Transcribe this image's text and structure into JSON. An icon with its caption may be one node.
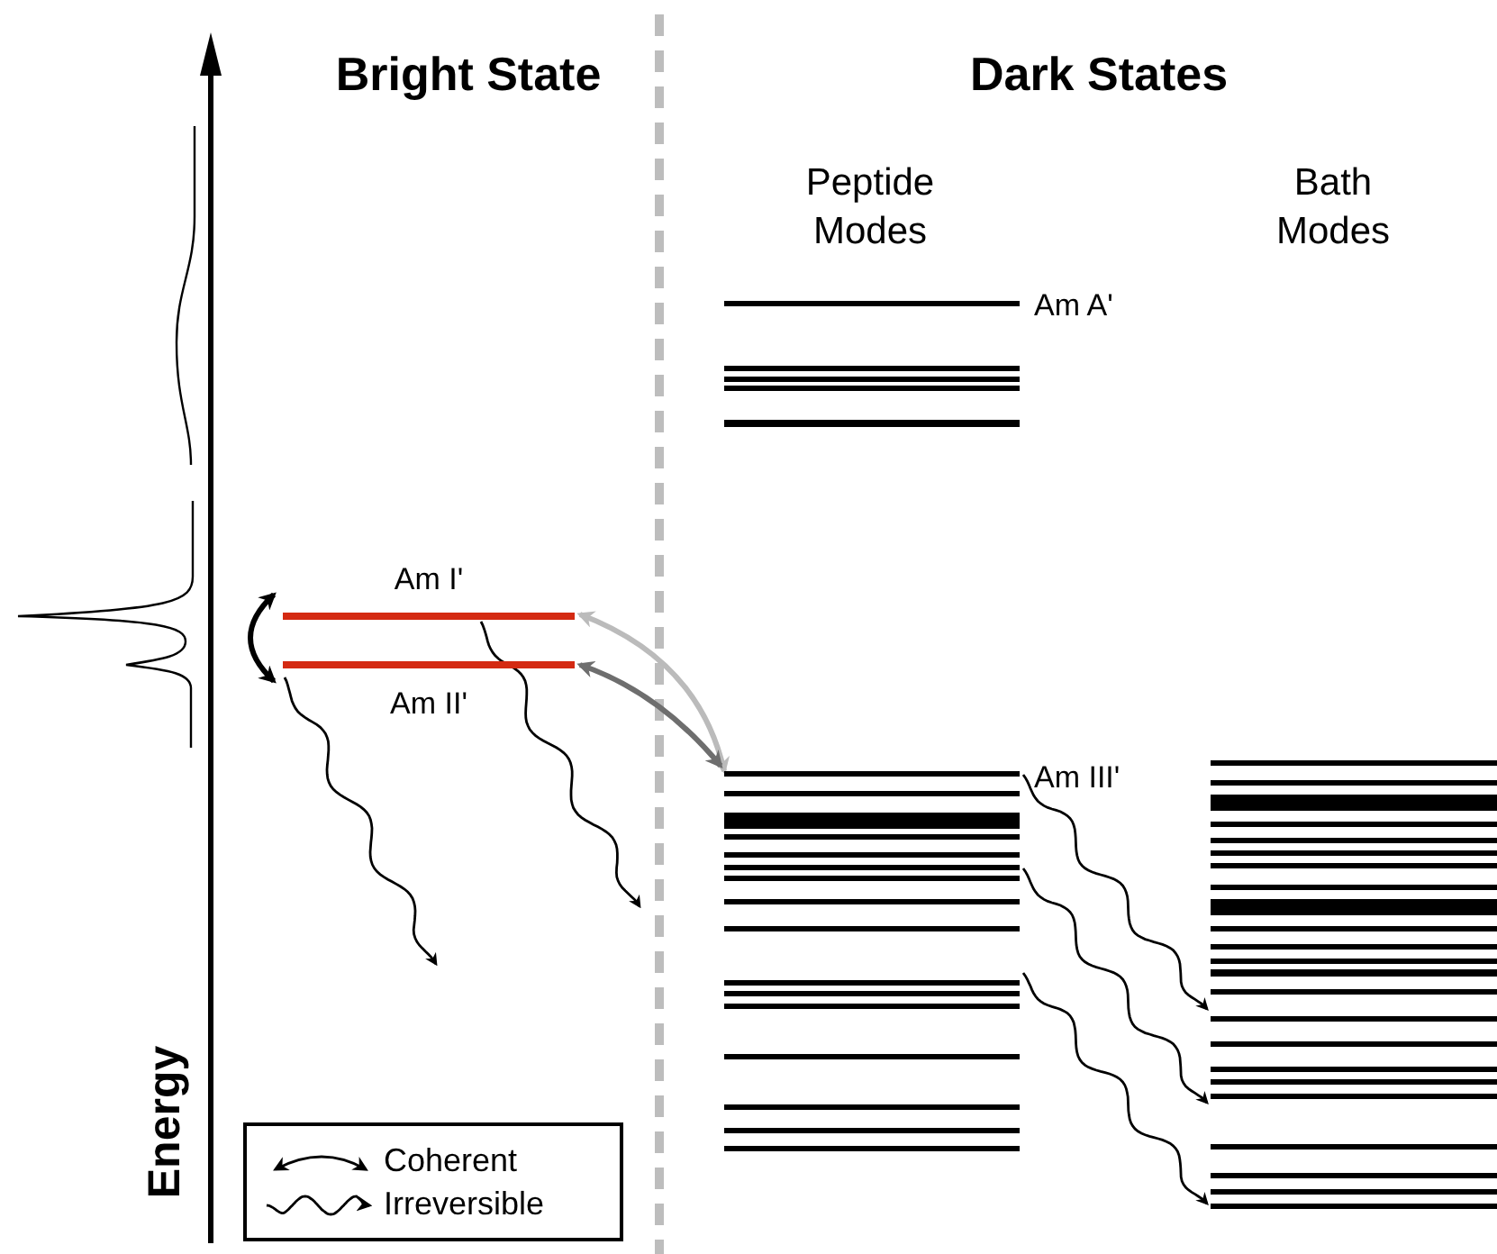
{
  "diagram": {
    "nodes": [
      {
        "text": [
          "Am I'"
        ]
      },
      {
        "text": [
          "Am II'"
        ]
      },
      {
        "text": [],
        "shape": "bar",
        "beside": [
          "Am A'"
        ]
      },
      {
        "text": [],
        "shape": "bar",
        "beside": [
          "Am III'"
        ]
      },
      {
        "text": [],
        "shape": "bar"
      }
    ],
    "edges": [
      {
        "from": 0,
        "to": 1,
        "arrow": "both",
        "style": "thick"
      },
      {
        "from": 3,
        "to": 0,
        "arrow": "both",
        "style": "thick",
        "color": "#bbbbbb"
      },
      {
        "from": 3,
        "to": 1,
        "arrow": "both",
        "style": "thick",
        "color": "#6e6e6e"
      },
      {
        "from": 0,
        "to": null,
        "arrow": "to"
      },
      {
        "from": 1,
        "to": null,
        "arrow": "to"
      },
      {
        "from": 3,
        "to": 4,
        "arrow": "to"
      },
      {
        "from": 3,
        "to": 4,
        "arrow": "to"
      },
      {
        "from": 3,
        "to": 4,
        "arrow": "to"
      }
    ],
    "labels": [
      "Bright State",
      "Dark States",
      "Peptide Modes",
      "Bath Modes",
      "Energy"
    ],
    "legend": [
      {
        "text": "Coherent"
      },
      {
        "text": "Irreversible"
      }
    ]
  }
}
